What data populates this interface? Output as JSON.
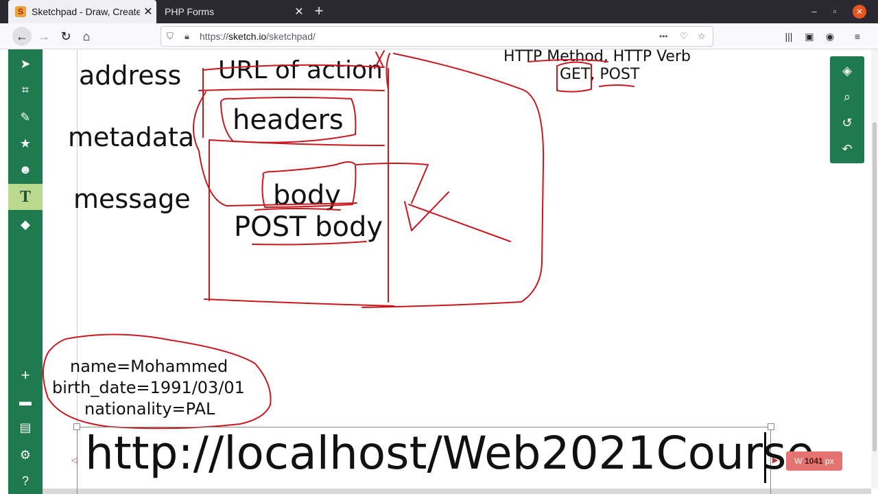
{
  "browser": {
    "tabs": [
      {
        "title": "Sketchpad - Draw, Create",
        "close": "✕",
        "favicon": "S"
      },
      {
        "title": "PHP Forms",
        "close": "✕"
      }
    ],
    "new_tab": "+",
    "url_prefix": "https://",
    "url_host": "sketch.io",
    "url_path": "/sketchpad/",
    "url_actions": "•••",
    "window_controls": {
      "minimize": "–",
      "maximize": "▫",
      "close": "✕"
    }
  },
  "sketch": {
    "labels": {
      "address": "address",
      "metadata": "metadata",
      "message": "message"
    },
    "boxes": {
      "url_of_action": "URL of action",
      "headers": "headers",
      "body": "body",
      "post_body": "POST body"
    },
    "http": {
      "method_line": "HTTP Method, HTTP Verb",
      "verbs": "GET, POST"
    },
    "form_fields": [
      "name=Mohammed",
      "birth_date=1991/03/01",
      "nationality=PAL"
    ],
    "text_input": "http://localhost/Web2021Course",
    "size_badge": {
      "prefix": "W",
      "value": "1041",
      "unit": "px"
    }
  },
  "icons": {
    "left_toolbar": [
      "pointer-icon",
      "crop-icon",
      "pencil-icon",
      "star-icon",
      "emoji-icon",
      "text-icon",
      "fill-icon",
      "add-icon",
      "folder-icon",
      "save-icon",
      "settings-icon",
      "help-icon"
    ],
    "right_panel": [
      "layers-icon",
      "search-icon",
      "history-icon",
      "undo-icon"
    ]
  },
  "colors": {
    "toolbar": "#1f7a4f",
    "active_tool": "#b9d98f",
    "ink": "#c8161d"
  }
}
